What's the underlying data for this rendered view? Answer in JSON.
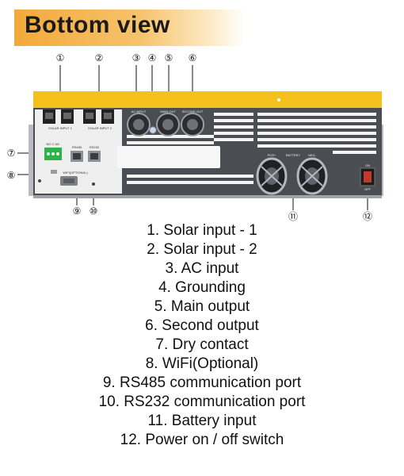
{
  "header": {
    "title": "Bottom view"
  },
  "callouts": [
    "①",
    "②",
    "③",
    "④",
    "⑤",
    "⑥",
    "⑦",
    "⑧",
    "⑨",
    "⑩",
    "⑪",
    "⑫"
  ],
  "panel_labels": {
    "solar1": "SOLAR INPUT 1",
    "solar2": "SOLAR INPUT 2",
    "ac_input": "AC INPUT",
    "main_out": "MAIN OUT",
    "second_out": "SECOND OUT",
    "dry_contact": "NO C NC",
    "rs485": "RS485",
    "rs232": "RS232",
    "wifi": "WIFI(OPTIONAL)",
    "bat_pos": "POS+",
    "battery": "BATTERY",
    "bat_neg": "NEG-",
    "switch_on": "ON",
    "switch_off": "OFF"
  },
  "legend": [
    "1. Solar input - 1",
    "2. Solar input - 2",
    "3. AC input",
    "4. Grounding",
    "5. Main output",
    "6. Second output",
    "7. Dry contact",
    "8. WiFi(Optional)",
    "9. RS485 communication port",
    "10. RS232 communication port",
    "11. Battery input",
    "12. Power on / off switch"
  ],
  "colors": {
    "header_accent": "#f2a93b",
    "device_top": "#f3c01c",
    "device_body": "#4a4d52",
    "terminal_green": "#2fb14a"
  }
}
